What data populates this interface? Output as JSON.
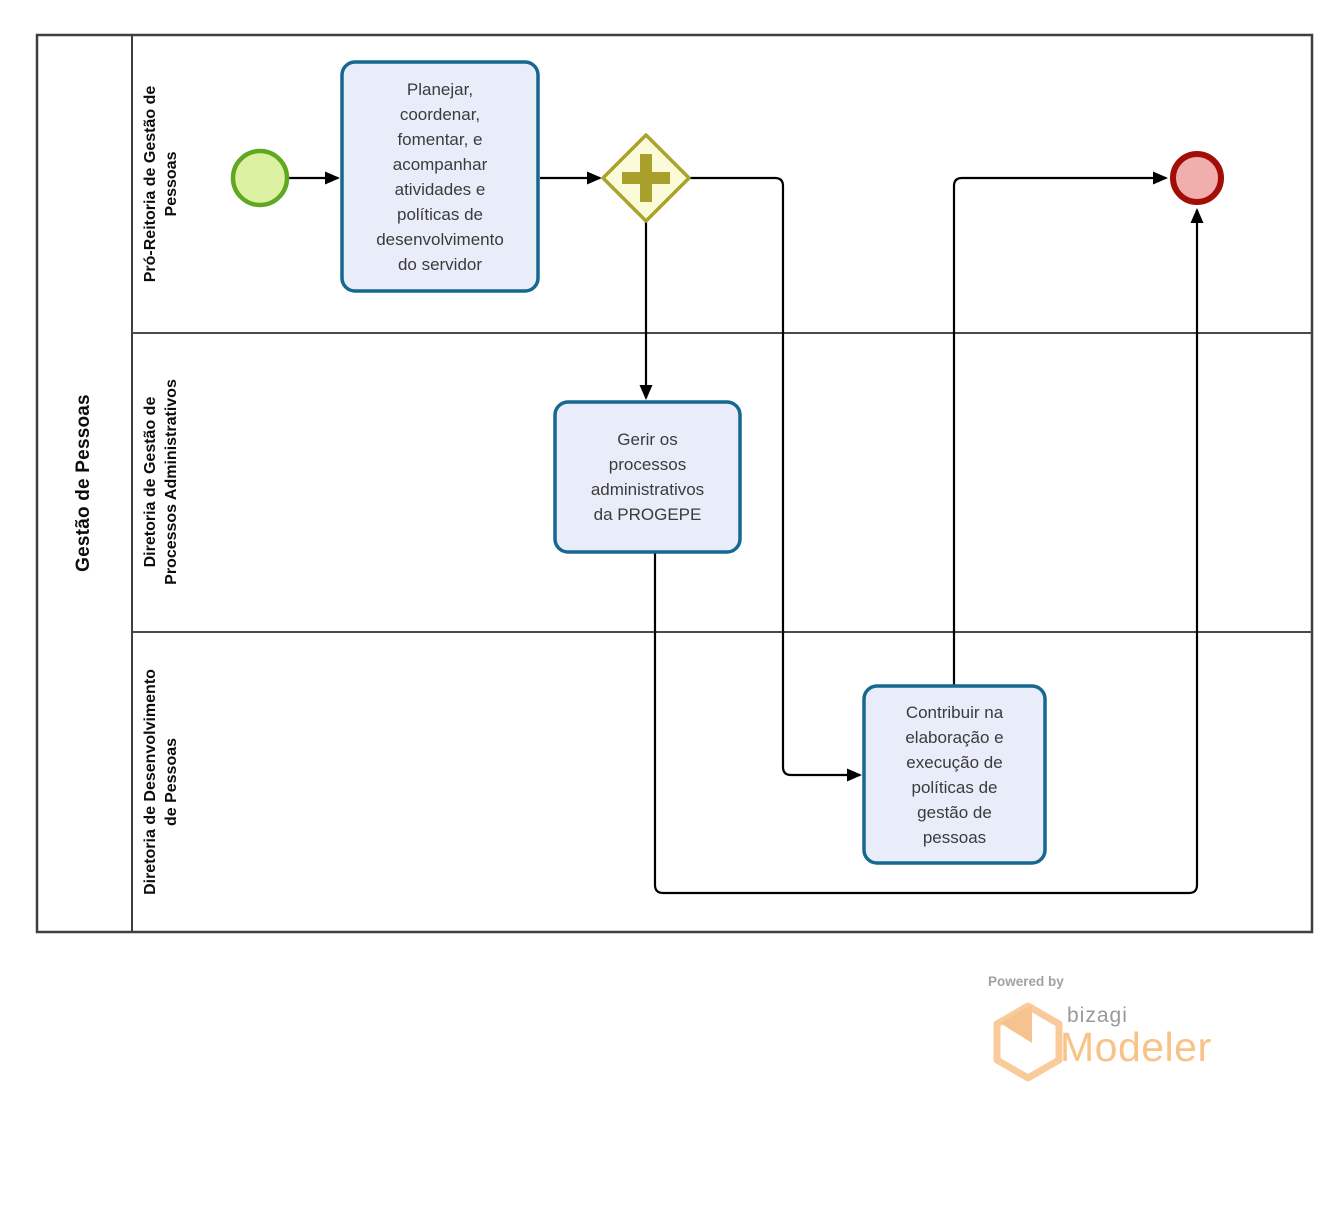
{
  "pool": {
    "title": "Gestão de Pessoas",
    "lanes": [
      {
        "label": "Pró-Reitoria de Gestão de\nPessoas"
      },
      {
        "label": "Diretoria de Gestão de\nProcessos Administrativos"
      },
      {
        "label": "Diretoria de Desenvolvimento\nde Pessoas"
      }
    ]
  },
  "nodes": {
    "start_event": {
      "type": "start-event"
    },
    "task_planejar": {
      "label": "Planejar,\ncoordenar,\nfomentar, e\nacompanhar\natividades e\npolíticas de\ndesenvolvimento\ndo servidor"
    },
    "gateway_parallel": {
      "type": "parallel-gateway",
      "icon": "plus-icon"
    },
    "task_gerir": {
      "label": "Gerir os\nprocessos\nadministrativos\nda PROGEPE"
    },
    "task_contribuir": {
      "label": "Contribuir na\nelaboração e\nexecução de\npolíticas de\ngestão de\npessoas"
    },
    "end_event": {
      "type": "end-event"
    }
  },
  "colors": {
    "task_fill": "#E9EDFA",
    "task_border": "#15688F",
    "start_fill": "#DCF2A2",
    "start_border": "#60A821",
    "end_fill": "#F0AFAC",
    "end_border": "#A30D08",
    "gateway_fill": "#FBFBD9",
    "gateway_border": "#A9A32B",
    "connector": "#000000",
    "pool_border": "#3F3F3F",
    "brand_orange": "#F9C287",
    "brand_gray": "#97999C"
  },
  "footer": {
    "powered_by": "Powered by",
    "brand": "bizagi",
    "product": "Modeler"
  }
}
